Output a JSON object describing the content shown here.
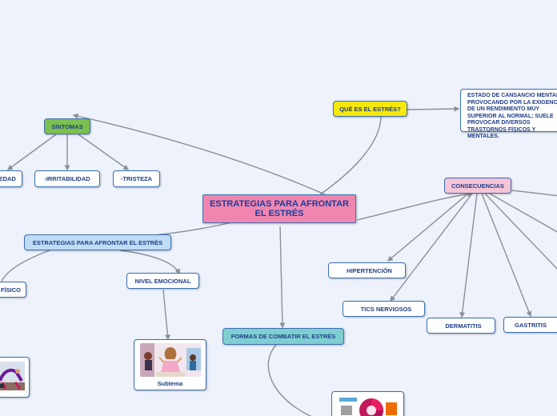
{
  "root": {
    "title": "ESTRATEGIAS PARA AFRONTAR EL ESTRÉS"
  },
  "que_es": {
    "label": "QUÉ ES EL ESTRÉS?",
    "definition": "ESTADO DE CANSANCIO MENTAL PROVOCANDO POR LA EXIGENCIA DE UN RENDIMIENTO MUY SUPERIOR AL NORMAL; SUELE PROVOCAR DIVERSOS TRASTORNOS FÍSICOS Y MENTALES."
  },
  "sintomas": {
    "label": "SÍNTOMAS",
    "items": [
      "-ANSIEDAD",
      "-IRRITABILIDAD",
      "-TRISTEZA"
    ]
  },
  "consecuencias": {
    "label": "CONSECUENCIAS",
    "items": [
      "HIPERTENCIÓN",
      "TICS NERVIOSOS",
      "DERMATITIS",
      "GASTRITIS"
    ]
  },
  "estrategias": {
    "label": "ESTRATEGIAS PARA AFRONTAR EL ESTRÉS",
    "fisico": "NIVEL FÍSICO",
    "emocional": "NIVEL EMOCIONAL",
    "subtema": "Subtema"
  },
  "formas": {
    "label": "FORMAS DE COMBATIR EL ESTRÉS"
  },
  "bullet_glyph": "",
  "colors": {
    "root": "#f086b0",
    "yellow": "#f6e80c",
    "green": "#7cc04f",
    "pink": "#f7c5d6",
    "lightblue": "#bfdcf6",
    "teal": "#7fcfd2",
    "line": "#8a8f99",
    "border": "#3a6fb0"
  }
}
